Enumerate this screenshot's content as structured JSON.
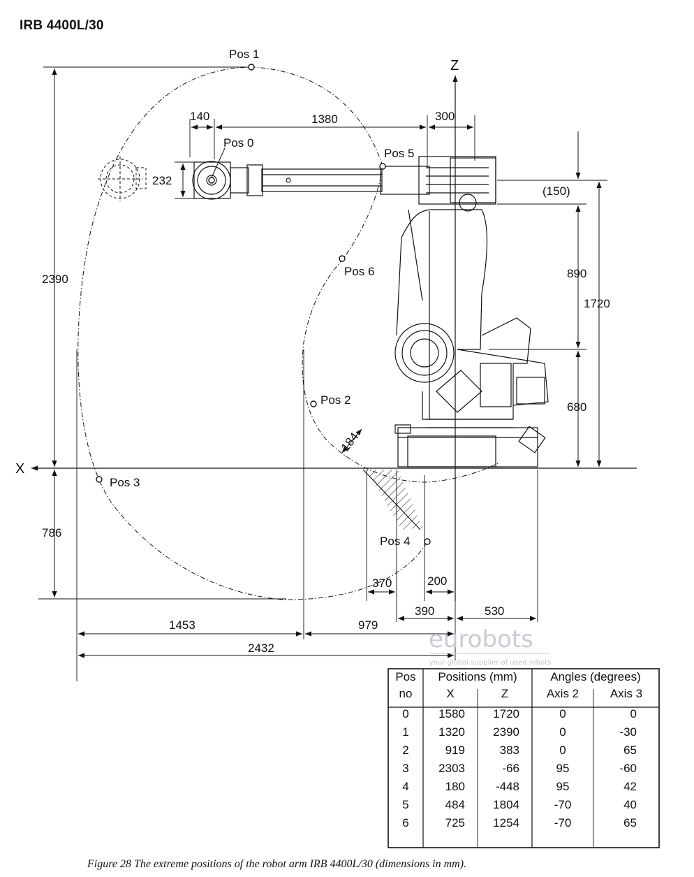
{
  "title": "IRB 4400L/30",
  "axes": {
    "x": "X",
    "z": "Z"
  },
  "positions": [
    {
      "id": "pos0",
      "label": "Pos 0"
    },
    {
      "id": "pos1",
      "label": "Pos 1"
    },
    {
      "id": "pos2",
      "label": "Pos 2"
    },
    {
      "id": "pos3",
      "label": "Pos 3"
    },
    {
      "id": "pos4",
      "label": "Pos 4"
    },
    {
      "id": "pos5",
      "label": "Pos 5"
    },
    {
      "id": "pos6",
      "label": "Pos 6"
    }
  ],
  "dimensions": {
    "d140": "140",
    "d1380": "1380",
    "d300": "300",
    "d232": "232",
    "d150": "(150)",
    "d890": "890",
    "d1720": "1720",
    "d680": "680",
    "d2390": "2390",
    "d786": "786",
    "d184": "184",
    "d370": "370",
    "d200": "200",
    "d390": "390",
    "d530": "530",
    "d1453": "1453",
    "d979": "979",
    "d2432": "2432"
  },
  "watermark": {
    "brand": "eurobots",
    "tagline": "your global supplier of used robots"
  },
  "table": {
    "headers": {
      "pos": "Pos",
      "no": "no",
      "positions": "Positions (mm)",
      "x": "X",
      "z": "Z",
      "angles": "Angles (degrees)",
      "axis2": "Axis 2",
      "axis3": "Axis 3"
    },
    "rows": [
      {
        "no": "0",
        "x": "1580",
        "z": "1720",
        "axis2": "0",
        "axis3": "0"
      },
      {
        "no": "1",
        "x": "1320",
        "z": "2390",
        "axis2": "0",
        "axis3": "-30"
      },
      {
        "no": "2",
        "x": "919",
        "z": "383",
        "axis2": "0",
        "axis3": "65"
      },
      {
        "no": "3",
        "x": "2303",
        "z": "-66",
        "axis2": "95",
        "axis3": "-60"
      },
      {
        "no": "4",
        "x": "180",
        "z": "-448",
        "axis2": "95",
        "axis3": "42"
      },
      {
        "no": "5",
        "x": "484",
        "z": "1804",
        "axis2": "-70",
        "axis3": "40"
      },
      {
        "no": "6",
        "x": "725",
        "z": "1254",
        "axis2": "-70",
        "axis3": "65"
      }
    ]
  },
  "caption": "Figure 28 The extreme positions of the robot arm IRB 4400L/30 (dimensions in mm)."
}
